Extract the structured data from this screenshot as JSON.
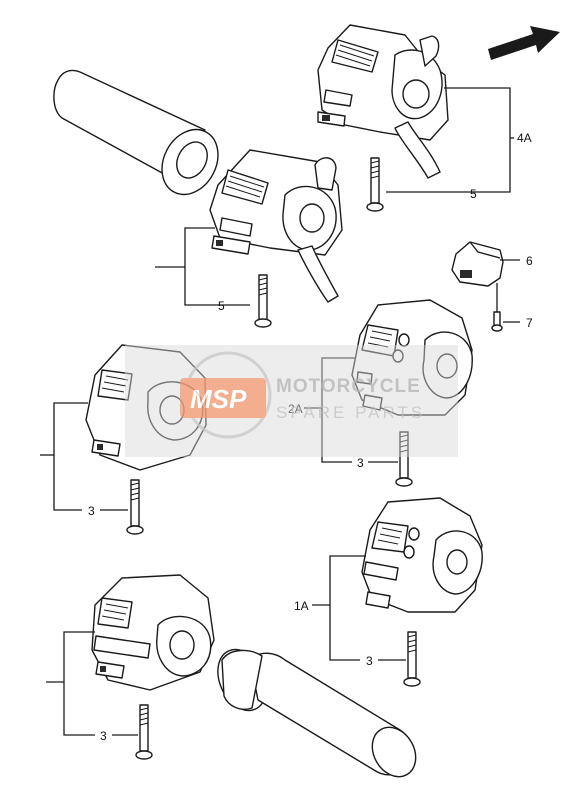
{
  "callouts": {
    "c_4A": "4A",
    "c_5_top": "5",
    "c_6": "6",
    "c_7": "7",
    "c_5_mid": "5",
    "c_2A": "2A",
    "c_3_right_upper": "3",
    "c_3_left_upper": "3",
    "c_1A": "1A",
    "c_3_right_lower": "3",
    "c_3_left_lower": "3"
  },
  "watermark": {
    "logo": "MSP",
    "line1": "MOTORCYCLE",
    "line2": "SPARE PARTS"
  },
  "icons": {
    "direction_arrow": "direction-arrow-icon"
  }
}
